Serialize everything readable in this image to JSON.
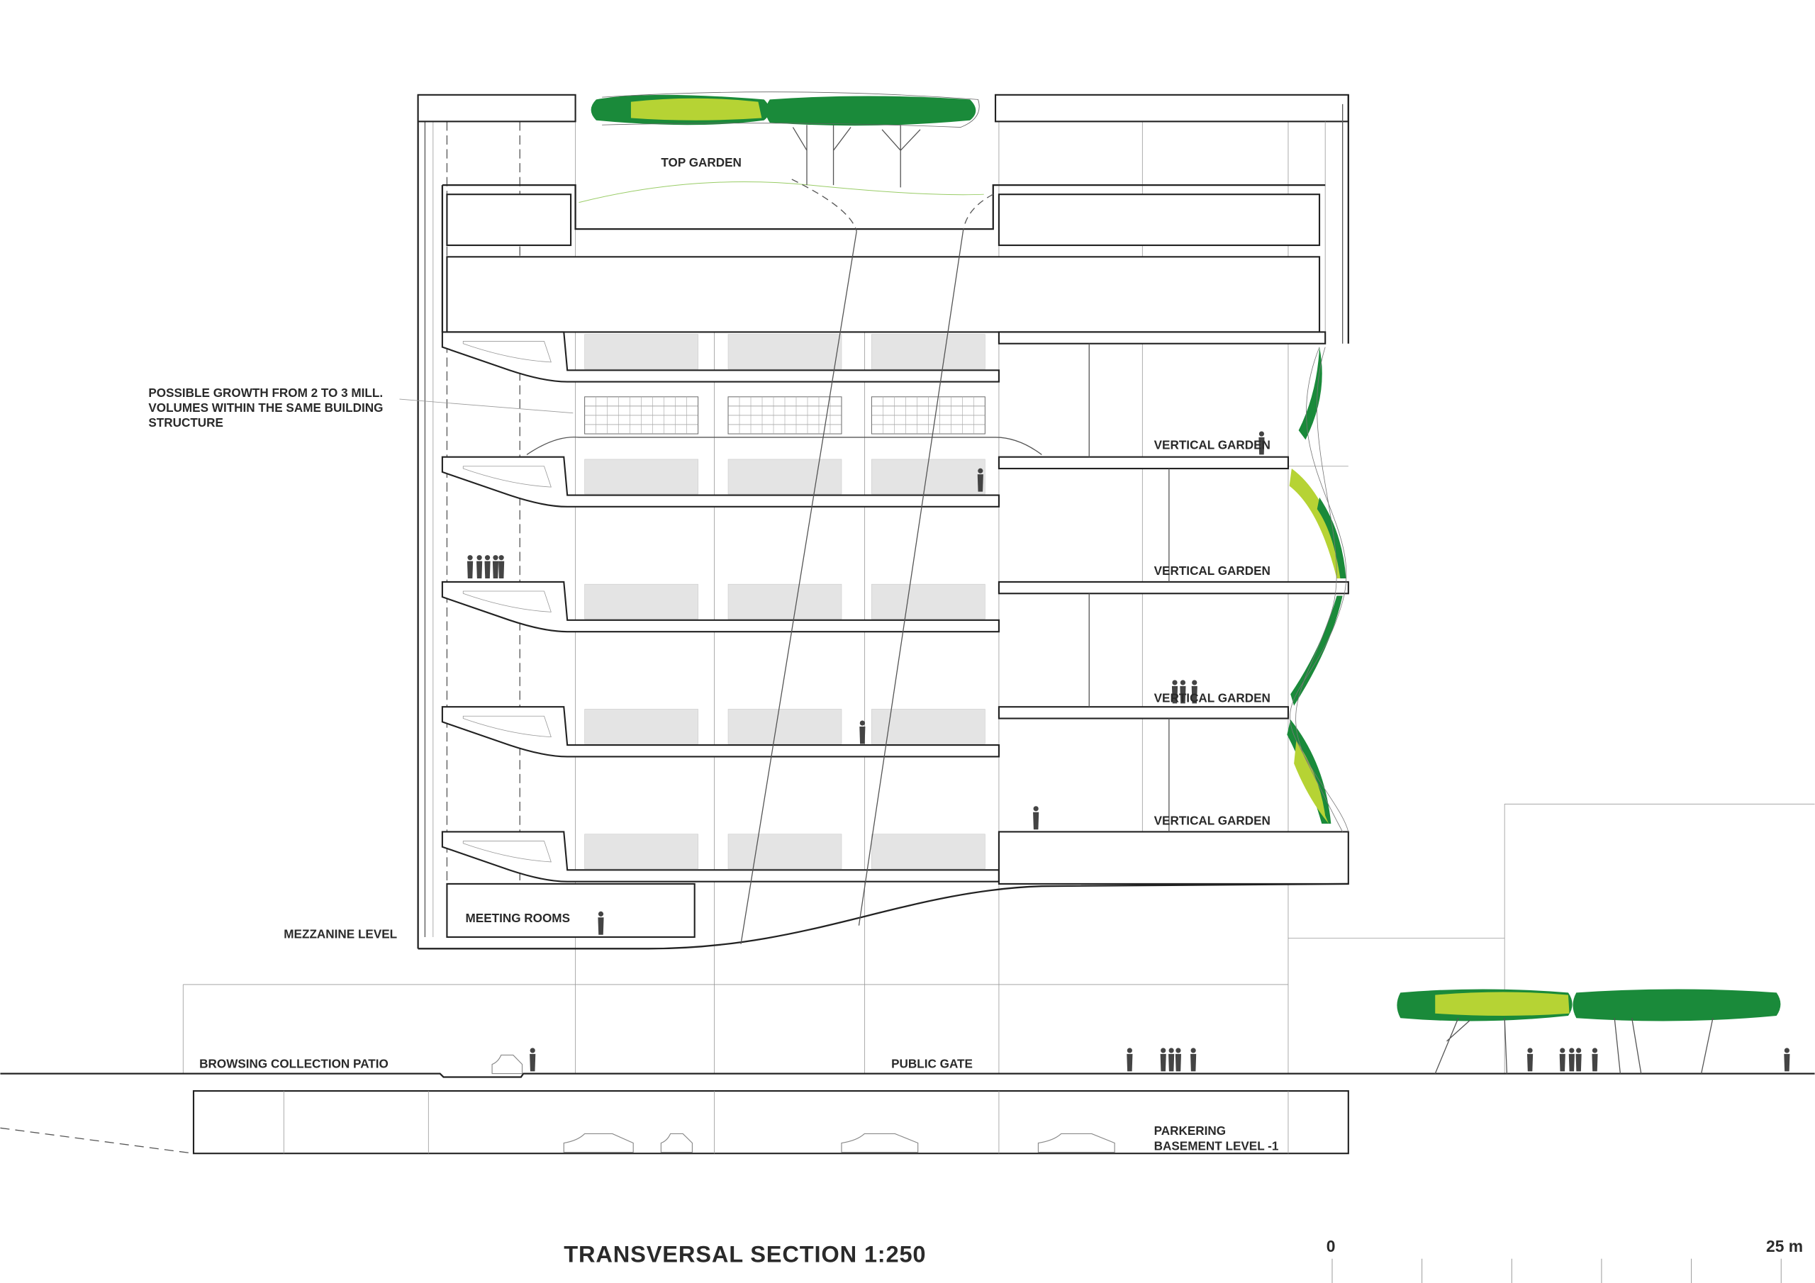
{
  "labels": {
    "top_garden": "TOP GARDEN",
    "growth_note": [
      "POSSIBLE GROWTH FROM 2 TO 3 MILL.",
      "VOLUMES WITHIN THE SAME BUILDING",
      "STRUCTURE"
    ],
    "vertical_gardens": [
      "VERTICAL GARDEN",
      "VERTICAL GARDEN",
      "VERTICAL GARDEN",
      "VERTICAL GARDEN"
    ],
    "mezzanine": "MEZZANINE LEVEL",
    "meeting_rooms": "MEETING ROOMS",
    "patio": "BROWSING COLLECTION PATIO",
    "public_gate": "PUBLIC GATE",
    "parking": [
      "PARKERING",
      "BASEMENT LEVEL -1"
    ]
  },
  "title": "TRANSVERSAL SECTION 1:250",
  "scale_bar": {
    "start": "0",
    "end": "25 m"
  },
  "colors": {
    "dark_green": "#1a8a3a",
    "light_green": "#b6d334",
    "line": "#222222"
  }
}
